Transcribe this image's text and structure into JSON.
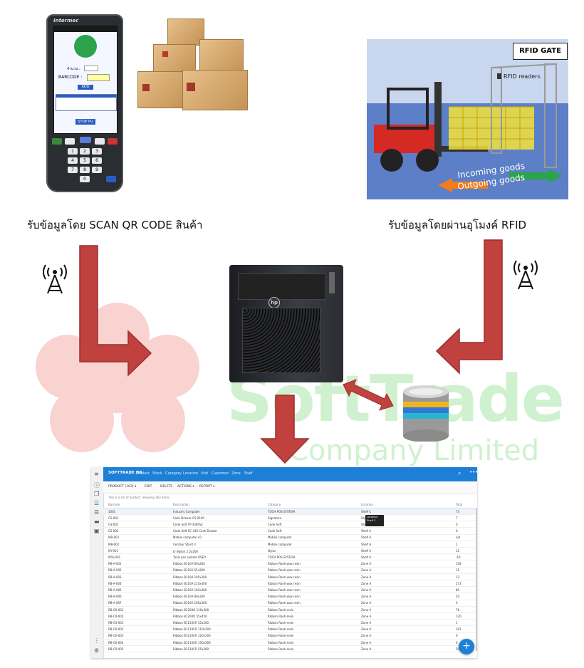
{
  "captions": {
    "left": "รับข้อมูลโดย SCAN QR CODE สินค้า",
    "right": "รับข้อมูลโดยผ่านอุโมงค์ RFID"
  },
  "watermark": {
    "line1": "SoftTrade",
    "line2": "Company Limited"
  },
  "colors": {
    "arrow": "#c1413f",
    "arrow_stroke": "#9a2e2d",
    "app_primary": "#1d7fd6",
    "watermark_green": "#a8e6a8",
    "watermark_red": "#f4b6b0"
  },
  "icons": {
    "signal_left": "antenna-tower-icon",
    "signal_right": "antenna-tower-icon"
  },
  "phone": {
    "brand": "Intermec",
    "barcode_label": "BARCODE :",
    "qty_label": "จำนวน :",
    "search_button": "ADD",
    "stop_button": "STOP PU"
  },
  "rfid_scene": {
    "gate_label": "RFID GATE",
    "readers_label": "RFID readers",
    "incoming": "Incoming goods",
    "outgoing": "Outgoing goods"
  },
  "server": {
    "logo": "hp"
  },
  "app": {
    "name": "SOFTTRADE DB",
    "nav": [
      "Product",
      "Stock",
      "Category",
      "Location",
      "Unit",
      "Customer",
      "Zone",
      "Staff"
    ],
    "toolbar": {
      "product_menu": "PRODUCT (163) ▾",
      "edit": "EDIT",
      "delete": "DELETE",
      "actions": "ACTIONS ▾",
      "report": "REPORT ▾"
    },
    "info": "This is a list of product. Showing 163 items.",
    "columns": [
      "Barcode",
      "Description",
      "Category",
      "Location",
      "Total"
    ],
    "rows": [
      [
        "1001",
        "Industry Computer",
        "TOCH POS SYSTEM",
        "Shelf C",
        "73"
      ],
      [
        "CS-001",
        "Cash Drawer CS-0100",
        "Signature",
        "Shelf C",
        "7"
      ],
      [
        "CS-001",
        "Code Soft TP-3360VL",
        "Code Soft",
        "Shelf C",
        "0"
      ],
      [
        "CS-002",
        "Code Soft SC-419 Cash Drawer",
        "Code Soft",
        "Shelf A",
        "0"
      ],
      [
        "MB-001",
        "Mobile computer A1",
        "Mobile computer",
        "Shelf A",
        "n/a"
      ],
      [
        "MB-002",
        "Centaur Stunt II",
        "Mobile computer",
        "Shelf A",
        "1"
      ],
      [
        "NY-001",
        "ผ้า Nylon 2.5x200",
        "Nylon",
        "Shelf A",
        "12"
      ],
      [
        "POS-001",
        "Tools pos system RSEO",
        "TOCH POS SYSTEM",
        "Shelf A",
        "-10"
      ],
      [
        "RB-A-001",
        "Ribbon B110A 60x200",
        "Ribbon Rooh-wax resin",
        "Zone A",
        "158"
      ],
      [
        "RB-A-002",
        "Ribbon B110A 55x200",
        "Ribbon Rooh-wax resin",
        "Zone A",
        "31"
      ],
      [
        "RB-A-003",
        "Ribbon B110A 105x300",
        "Ribbon Rooh-wax resin",
        "Zone A",
        "12"
      ],
      [
        "RB-A-004",
        "Ribbon B110A 110x300",
        "Ribbon Rooh-wax resin",
        "Zone A",
        "273"
      ],
      [
        "RB-A-005",
        "Ribbon B110A 102x360",
        "Ribbon Rooh-wax resin",
        "Zone A",
        "80"
      ],
      [
        "RB-A-006",
        "Ribbon B110A 80x200",
        "Ribbon Rooh-wax resin",
        "Zone A",
        "20"
      ],
      [
        "RB-A-007",
        "Ribbon B110A 160x300",
        "Ribbon Rooh-wax resin",
        "Zone A",
        "0"
      ],
      [
        "RB-C0-001",
        "Ribbon B1200O 110x300",
        "Ribbon Rooh-resin",
        "Zone A",
        "76"
      ],
      [
        "RB-C0-002",
        "Ribbon B1200O 55x450",
        "Ribbon Rooh-resin",
        "Zone A",
        "120"
      ],
      [
        "RB-C0-001",
        "Ribbon B1110CR 55x200",
        "Ribbon Rooh-resin",
        "Zone A",
        "1"
      ],
      [
        "RB-C0-002",
        "Ribbon B1110CR 110x300",
        "Ribbon Rooh-resin",
        "Zone A",
        "101"
      ],
      [
        "RB-C0-003",
        "Ribbon B1110CR 120x300",
        "Ribbon Rooh-resin",
        "Zone A",
        "0"
      ],
      [
        "RB-C0-004",
        "Ribbon B1110CR 150x300",
        "Ribbon Rooh-resin",
        "Zone A",
        "0"
      ],
      [
        "RB-C0-005",
        "Ribbon B1110CR 55x300",
        "Ribbon Rooh-resin",
        "Zone A",
        "50"
      ]
    ],
    "tooltip": "Location: Shelf C",
    "fab": "+"
  }
}
